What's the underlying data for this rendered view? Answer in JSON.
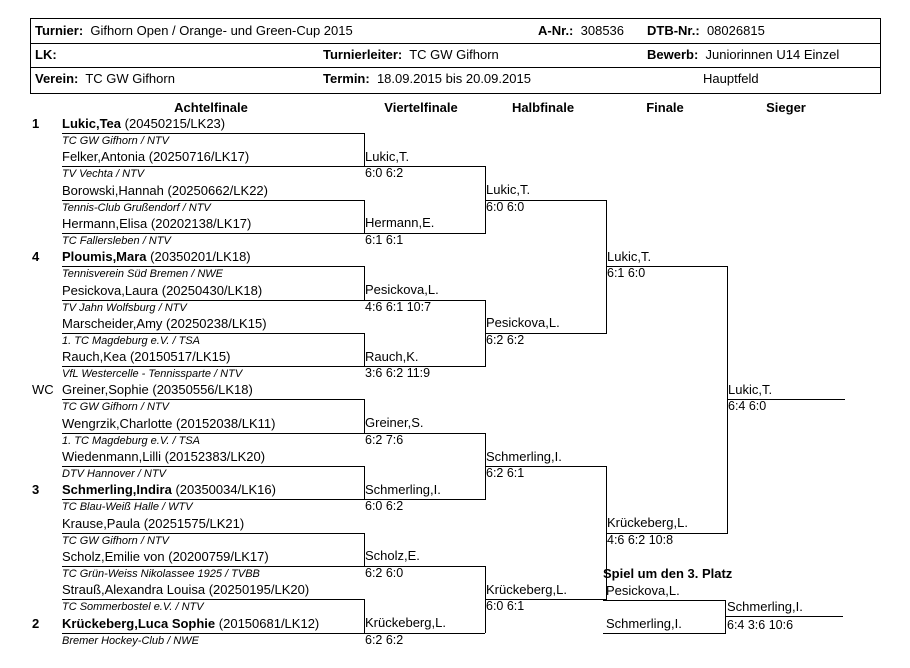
{
  "header": {
    "turnier_label": "Turnier:",
    "turnier": "Gifhorn Open / Orange- und Green-Cup 2015",
    "anr_label": "A-Nr.:",
    "anr": "308536",
    "dtb_label": "DTB-Nr.:",
    "dtb": "08026815",
    "lk_label": "LK:",
    "leiter_label": "Turnierleiter:",
    "leiter": "TC GW Gifhorn",
    "bewerb_label": "Bewerb:",
    "bewerb": "Juniorinnen U14 Einzel",
    "verein_label": "Verein:",
    "verein": "TC GW Gifhorn",
    "termin_label": "Termin:",
    "termin": "18.09.2015 bis 20.09.2015",
    "feld": "Hauptfeld"
  },
  "columns": [
    "Achtelfinale",
    "Viertelfinale",
    "Halbfinale",
    "Finale",
    "Sieger"
  ],
  "draw": [
    {
      "seed": "1",
      "name": "Lukic,Tea",
      "info": "(20450215/LK23)",
      "bold": true,
      "club": "TC GW Gifhorn / NTV"
    },
    {
      "seed": "",
      "name": "Felker,Antonia",
      "info": "(20250716/LK17)",
      "bold": false,
      "club": "TV Vechta / NTV"
    },
    {
      "seed": "",
      "name": "Borowski,Hannah",
      "info": "(20250662/LK22)",
      "bold": false,
      "club": "Tennis-Club Grußendorf / NTV"
    },
    {
      "seed": "",
      "name": "Hermann,Elisa",
      "info": "(20202138/LK17)",
      "bold": false,
      "club": "TC Fallersleben / NTV"
    },
    {
      "seed": "4",
      "name": "Ploumis,Mara",
      "info": "(20350201/LK18)",
      "bold": true,
      "club": "Tennisverein Süd Bremen / NWE"
    },
    {
      "seed": "",
      "name": "Pesickova,Laura",
      "info": "(20250430/LK18)",
      "bold": false,
      "club": "TV Jahn Wolfsburg / NTV"
    },
    {
      "seed": "",
      "name": "Marscheider,Amy",
      "info": "(20250238/LK15)",
      "bold": false,
      "club": "1. TC Magdeburg e.V. / TSA"
    },
    {
      "seed": "",
      "name": "Rauch,Kea",
      "info": "(20150517/LK15)",
      "bold": false,
      "club": "VfL Westercelle - Tennissparte / NTV"
    },
    {
      "seed": "WC",
      "name": "Greiner,Sophie",
      "info": "(20350556/LK18)",
      "bold": false,
      "club": "TC GW Gifhorn / NTV"
    },
    {
      "seed": "",
      "name": "Wengrzik,Charlotte",
      "info": "(20152038/LK11)",
      "bold": false,
      "club": "1. TC Magdeburg e.V. / TSA"
    },
    {
      "seed": "",
      "name": "Wiedenmann,Lilli",
      "info": "(20152383/LK20)",
      "bold": false,
      "club": "DTV Hannover / NTV"
    },
    {
      "seed": "3",
      "name": "Schmerling,Indira",
      "info": "(20350034/LK16)",
      "bold": true,
      "club": "TC Blau-Weiß Halle / WTV"
    },
    {
      "seed": "",
      "name": "Krause,Paula",
      "info": "(20251575/LK21)",
      "bold": false,
      "club": "TC GW Gifhorn / NTV"
    },
    {
      "seed": "",
      "name": "Scholz,Emilie von",
      "info": "(20200759/LK17)",
      "bold": false,
      "club": "TC Grün-Weiss Nikolassee 1925 / TVBB"
    },
    {
      "seed": "",
      "name": "Strauß,Alexandra Louisa",
      "info": "(20250195/LK20)",
      "bold": false,
      "club": "TC Sommerbostel e.V. / NTV"
    },
    {
      "seed": "2",
      "name": "Krückeberg,Luca Sophie",
      "info": "(20150681/LK12)",
      "bold": true,
      "club": "Bremer Hockey-Club / NWE"
    }
  ],
  "quarterfinals": [
    {
      "name": "Lukic,T.",
      "score": "6:0 6:2"
    },
    {
      "name": "Hermann,E.",
      "score": "6:1 6:1"
    },
    {
      "name": "Pesickova,L.",
      "score": "4:6 6:1 10:7"
    },
    {
      "name": "Rauch,K.",
      "score": "3:6 6:2 11:9"
    },
    {
      "name": "Greiner,S.",
      "score": "6:2 7:6"
    },
    {
      "name": "Schmerling,I.",
      "score": "6:0 6:2"
    },
    {
      "name": "Scholz,E.",
      "score": "6:2 6:0"
    },
    {
      "name": "Krückeberg,L.",
      "score": "6:2 6:2"
    }
  ],
  "semifinals": [
    {
      "name": "Lukic,T.",
      "score": "6:0 6:0"
    },
    {
      "name": "Pesickova,L.",
      "score": "6:2 6:2"
    },
    {
      "name": "Schmerling,I.",
      "score": "6:2 6:1"
    },
    {
      "name": "Krückeberg,L.",
      "score": "6:0 6:1"
    }
  ],
  "finals": [
    {
      "name": "Lukic,T.",
      "score": "6:1 6:0"
    },
    {
      "name": "Krückeberg,L.",
      "score": "4:6 6:2 10:8"
    }
  ],
  "winner": {
    "name": "Lukic,T.",
    "score": "6:4 6:0"
  },
  "third_place": {
    "title": "Spiel um den 3. Platz",
    "player1": "Pesickova,L.",
    "player2": "Schmerling,I.",
    "winner": "Schmerling,I.",
    "score": "6:4 3:6 10:6"
  }
}
